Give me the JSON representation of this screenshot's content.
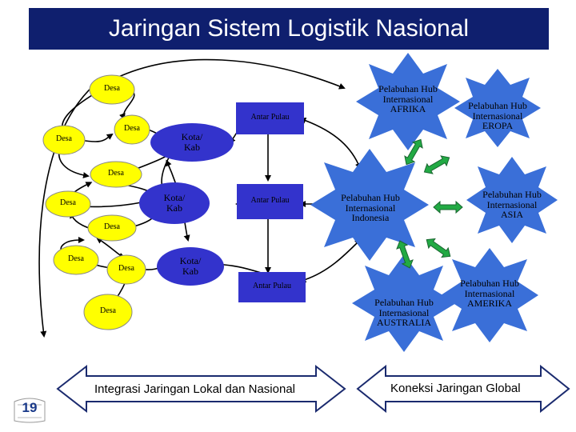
{
  "title": "Jaringan Sistem Logistik Nasional",
  "nodes": {
    "desa": "Desa",
    "kota_kab": "Kota/\nKab",
    "antar_pulau": "Antar Pulau"
  },
  "hubs": {
    "afrika": "Pelabuhan Hub\nInternasional\nAFRIKA",
    "eropa": "Pelabuhan Hub\nInternasional\nEROPA",
    "indonesia": "Pelabuhan Hub\nInternasional\nIndonesia",
    "asia": "Pelabuhan Hub\nInternasional\nASIA",
    "australia": "Pelabuhan Hub\nInternasional\nAUSTRALIA",
    "amerika": "Pelabuhan Hub\nInternasional\nAMERIKA"
  },
  "bottom": {
    "local": "Integrasi Jaringan  Lokal dan Nasional",
    "global": "Koneksi Jaringan  Global"
  },
  "page_number": "19",
  "colors": {
    "title_bg": "#0f1f6e",
    "desa": "#ffff00",
    "kota": "#3333cc",
    "antar_pulau": "#3333cc",
    "hub": "#3a6fd8",
    "hub_arrow": "#22aa44"
  }
}
